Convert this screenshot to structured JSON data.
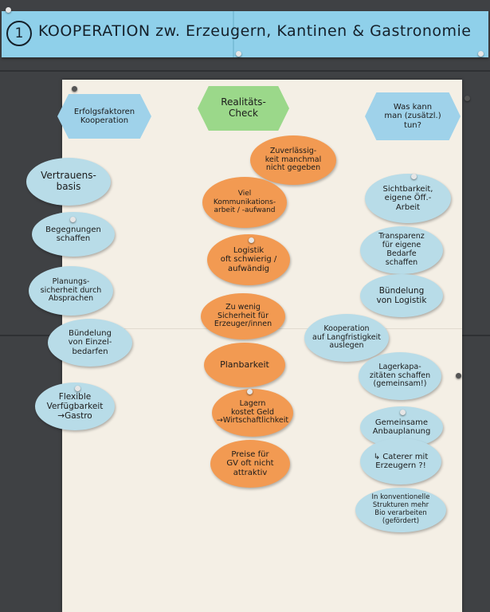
{
  "banner": {
    "number": "1",
    "title": "KOOPERATION zw.   Erzeugern, Kantinen & Gastronomie"
  },
  "headers": {
    "left": "Erfolgsfaktoren\nKooperation",
    "middle": "Realitäts-\nCheck",
    "right": "Was kann\nman (zusätzl.)\ntun?"
  },
  "left_cards": [
    "Vertrauens-\nbasis",
    "Begegnungen\nschaffen",
    "Planungs-\nsicherheit durch\nAbsprachen",
    "Bündelung\nvon Einzel-\nbedarfen",
    "Flexible\nVerfügbarkeit\n→Gastro"
  ],
  "middle_cards": [
    "Zuverlässig-\nkeit manchmal\nnicht gegeben",
    "Viel\nKommunikations-\narbeit / -aufwand",
    "Logistik\noft schwierig /\naufwändig",
    "Zu wenig\nSicherheit für\nErzeuger/innen",
    "Planbarkeit",
    "Lagern\nkostet Geld\n→Wirtschaftlichkeit",
    "Preise für\nGV oft nicht\nattraktiv"
  ],
  "right_cards": [
    "Sichtbarkeit,\neigene Öff.-\nArbeit",
    "Transparenz\nfür eigene Bedarfe\nschaffen",
    "Bündelung\nvon Logistik",
    "Kooperation\nauf Langfristigkeit\nauslegen",
    "Lagerkapa-\nzitäten schaffen\n(gemeinsam!)",
    "Gemeinsame\nAnbauplanung",
    "↳ Caterer mit\nErzeugern ?!",
    "In konventionelle\nStrukturen mehr\nBio verarbeiten (gefördert)"
  ]
}
